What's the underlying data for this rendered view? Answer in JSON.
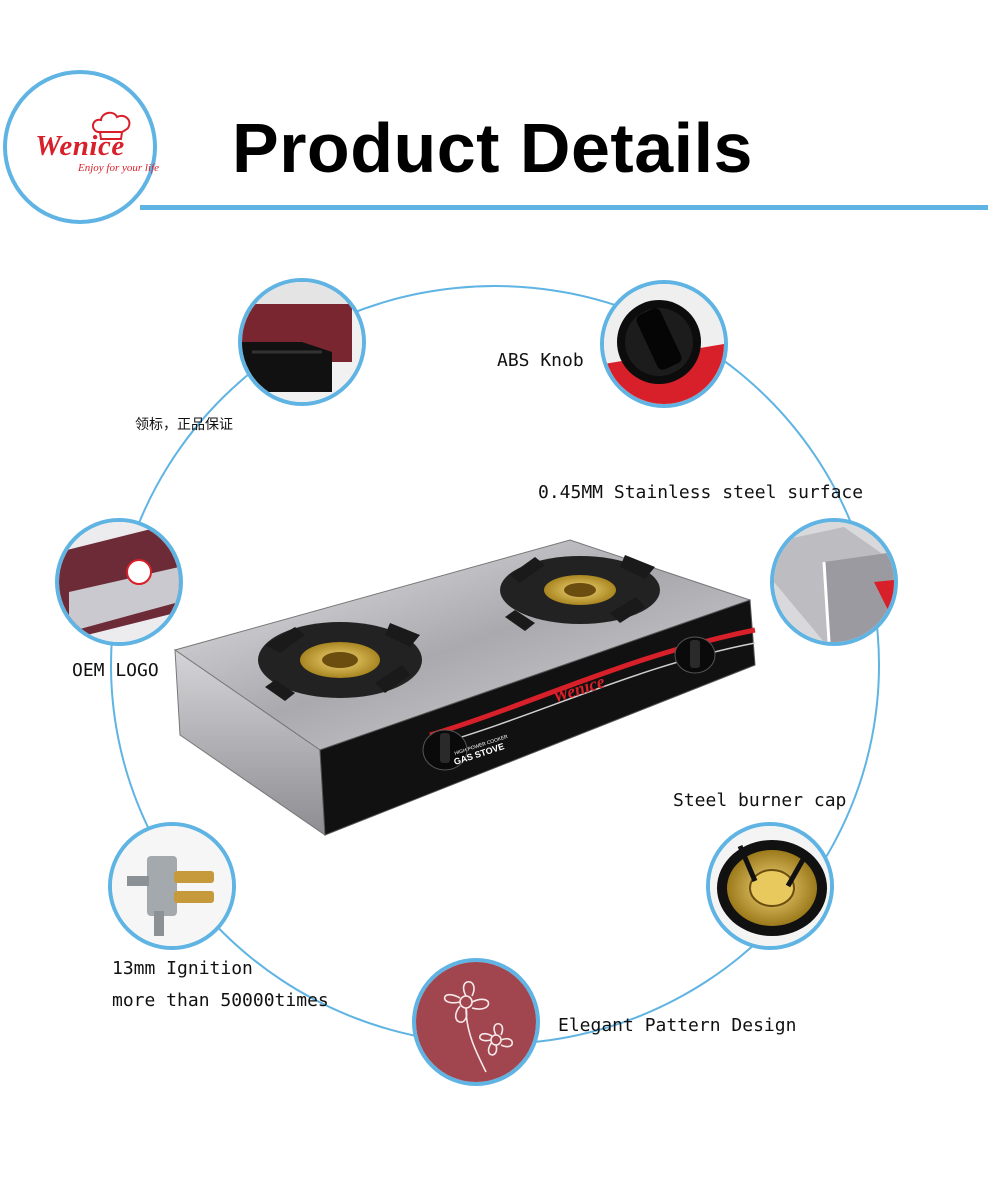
{
  "header": {
    "brand": "Wenice",
    "tagline": "Enjoy for your life",
    "title": "Product Details"
  },
  "features": [
    {
      "id": "trademark",
      "label": "领标，正品保证"
    },
    {
      "id": "knob",
      "label": "ABS Knob"
    },
    {
      "id": "surface",
      "label": "0.45MM Stainless steel surface"
    },
    {
      "id": "oem-logo",
      "label": "OEM LOGO"
    },
    {
      "id": "burner-cap",
      "label": "Steel burner cap"
    },
    {
      "id": "ignition",
      "label_line1": "13mm Ignition",
      "label_line2": "more than 50000times"
    },
    {
      "id": "pattern",
      "label": "Elegant Pattern Design"
    }
  ],
  "stove": {
    "brand": "Wenice",
    "panel_text": "GAS STOVE",
    "panel_subtext": "HIGH POWER COOKER"
  },
  "colors": {
    "accent": "#5fb4e3",
    "brand_red": "#d8202a",
    "panel_black": "#111111",
    "steel": "#c9c9cc"
  }
}
